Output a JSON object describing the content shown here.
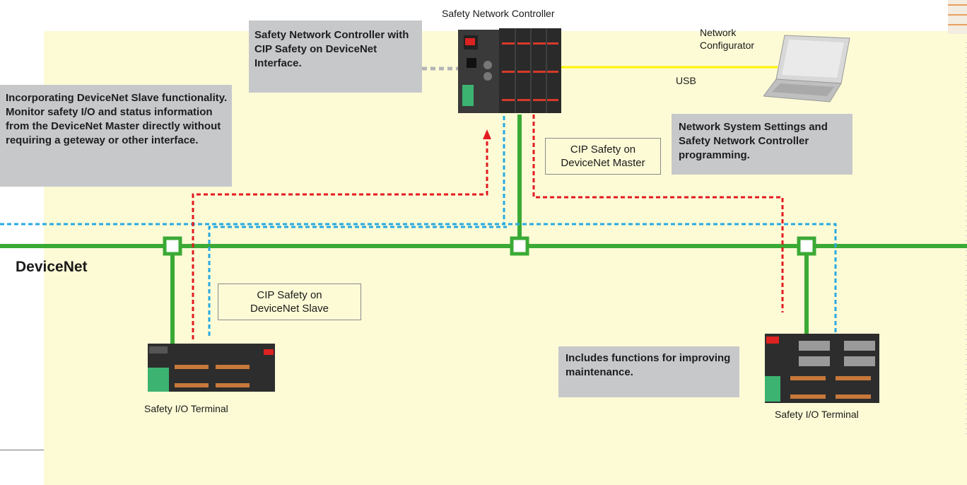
{
  "controller": {
    "title": "Safety Network Controller",
    "description": "Safety Network Controller with CIP Safety on DeviceNet Interface."
  },
  "slave_note": "Incorporating DeviceNet Slave functionality. Monitor safety I/O and status information from the DeviceNet Master directly without requiring a geteway or other interface.",
  "configurator": {
    "label_line1": "Network",
    "label_line2": "Configurator",
    "link_label": "USB",
    "description": "Network System Settings and Safety Network Controller programming."
  },
  "master_label": {
    "line1": "CIP Safety on",
    "line2": "DeviceNet Master"
  },
  "slave_label": {
    "line1": "CIP Safety on",
    "line2": "DeviceNet Slave"
  },
  "network_name": "DeviceNet",
  "maintenance_note": "Includes functions for improving maintenance.",
  "terminals": {
    "left_label": "Safety I/O Terminal",
    "right_label": "Safety I/O Terminal"
  },
  "colors": {
    "background": "#fdfbd6",
    "network_line": "#3aaa35",
    "usb_line": "#fff200",
    "dotted_red": "#e21b22",
    "dotted_blue": "#29a9e1",
    "callout_box": "#c7c8ca"
  }
}
